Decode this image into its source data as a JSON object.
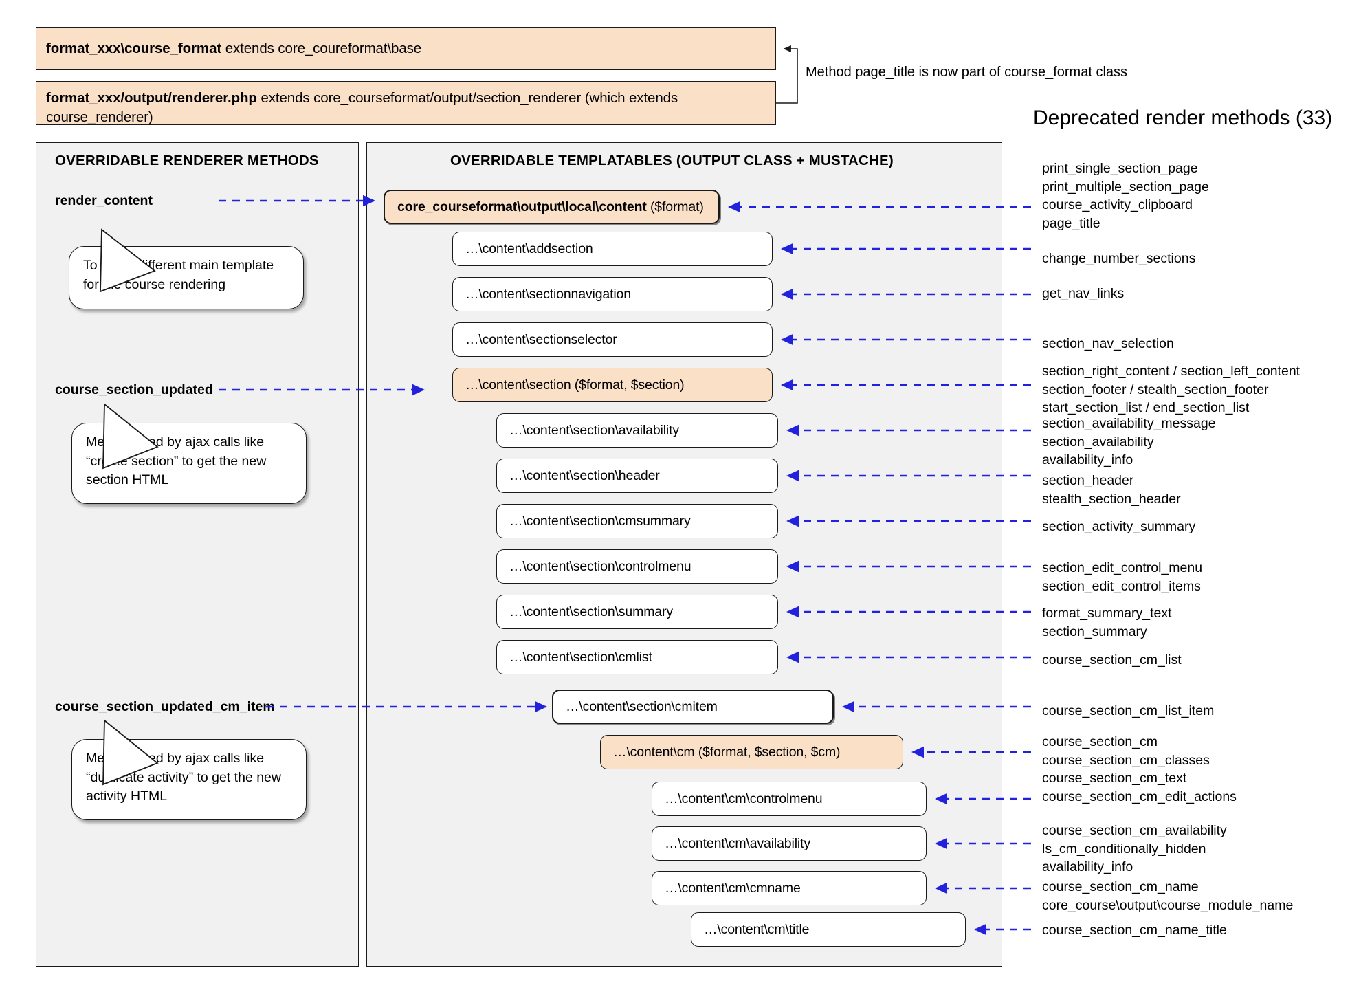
{
  "header": {
    "boxes": [
      {
        "strong": "format_xxx\\course_format",
        "rest": " extends core_coureformat\\base"
      },
      {
        "strong": "format_xxx/output/renderer.php",
        "rest": " extends core_courseformat/output/section_renderer (which extends course_renderer)"
      }
    ],
    "note": "Method page_title is now part of course_format class",
    "deprecated_title": "Deprecated render methods (33)"
  },
  "left_panel": {
    "title": "OVERRIDABLE RENDERER METHODS",
    "methods": [
      {
        "label": "render_content"
      },
      {
        "label": "course_section_updated"
      },
      {
        "label": "course_section_updated_cm_item"
      }
    ],
    "callouts": [
      "To use a different main template for the course rendering",
      "Method used by ajax calls like “create section” to get the new section HTML",
      "Method used by ajax calls like “duplicate activity” to get the new activity HTML"
    ]
  },
  "mid_panel": {
    "title": "OVERRIDABLE TEMPLATABLES (OUTPUT CLASS + MUSTACHE)",
    "boxes": [
      {
        "strong": "core_courseformat\\output\\local\\content",
        "rest": " ($format)",
        "accent": true,
        "thick": true
      },
      {
        "strong": "",
        "rest": "…\\content\\addsection",
        "accent": false,
        "thick": false
      },
      {
        "strong": "",
        "rest": "…\\content\\sectionnavigation",
        "accent": false,
        "thick": false
      },
      {
        "strong": "",
        "rest": "…\\content\\sectionselector",
        "accent": false,
        "thick": false
      },
      {
        "strong": "",
        "rest": "…\\content\\section ($format, $section)",
        "accent": true,
        "thick": false
      },
      {
        "strong": "",
        "rest": "…\\content\\section\\availability",
        "accent": false,
        "thick": false
      },
      {
        "strong": "",
        "rest": "…\\content\\section\\header",
        "accent": false,
        "thick": false
      },
      {
        "strong": "",
        "rest": "…\\content\\section\\cmsummary",
        "accent": false,
        "thick": false
      },
      {
        "strong": "",
        "rest": "…\\content\\section\\controlmenu",
        "accent": false,
        "thick": false
      },
      {
        "strong": "",
        "rest": "…\\content\\section\\summary",
        "accent": false,
        "thick": false
      },
      {
        "strong": "",
        "rest": "…\\content\\section\\cmlist",
        "accent": false,
        "thick": false
      },
      {
        "strong": "",
        "rest": "…\\content\\section\\cmitem",
        "accent": false,
        "thick": true
      },
      {
        "strong": "",
        "rest": "…\\content\\cm ($format, $section, $cm)",
        "accent": true,
        "thick": false
      },
      {
        "strong": "",
        "rest": "…\\content\\cm\\controlmenu",
        "accent": false,
        "thick": false
      },
      {
        "strong": "",
        "rest": "…\\content\\cm\\availability",
        "accent": false,
        "thick": false
      },
      {
        "strong": "",
        "rest": "…\\content\\cm\\cmname",
        "accent": false,
        "thick": false
      },
      {
        "strong": "",
        "rest": "…\\content\\cm\\title",
        "accent": false,
        "thick": false
      }
    ]
  },
  "deprecated_groups": [
    {
      "lines": [
        "print_single_section_page",
        "print_multiple_section_page",
        "course_activity_clipboard",
        "page_title"
      ]
    },
    {
      "lines": [
        "change_number_sections"
      ]
    },
    {
      "lines": [
        "get_nav_links"
      ]
    },
    {
      "lines": [
        "section_nav_selection"
      ]
    },
    {
      "lines": [
        "section_right_content / section_left_content",
        "section_footer / stealth_section_footer",
        "start_section_list / end_section_list"
      ]
    },
    {
      "lines": [
        "section_availability_message",
        "section_availability",
        "availability_info"
      ]
    },
    {
      "lines": [
        "section_header",
        "stealth_section_header"
      ]
    },
    {
      "lines": [
        "section_activity_summary"
      ]
    },
    {
      "lines": [
        "section_edit_control_menu",
        "section_edit_control_items"
      ]
    },
    {
      "lines": [
        "format_summary_text",
        "section_summary"
      ]
    },
    {
      "lines": [
        "course_section_cm_list"
      ]
    },
    {
      "lines": [
        "course_section_cm_list_item"
      ]
    },
    {
      "lines": [
        "course_section_cm",
        "course_section_cm_classes",
        "course_section_cm_text"
      ]
    },
    {
      "lines": [
        "course_section_cm_edit_actions"
      ]
    },
    {
      "lines": [
        "course_section_cm_availability",
        "ls_cm_conditionally_hidden",
        "availability_info"
      ]
    },
    {
      "lines": [
        "course_section_cm_name",
        "core_course\\output\\course_module_name"
      ]
    },
    {
      "lines": [
        "course_section_cm_name_title"
      ]
    }
  ],
  "colors": {
    "accent_fill": "#fbe0c8",
    "panel_fill": "#f1f1f1",
    "arrow": "#2222dd",
    "stroke": "#1a1a1a"
  }
}
